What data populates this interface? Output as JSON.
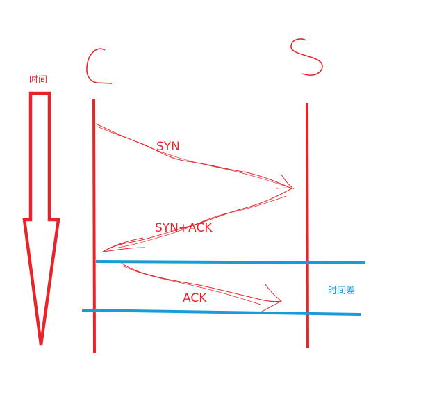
{
  "labels": {
    "time": "时间",
    "client": "C",
    "server": "S",
    "syn": "SYN",
    "synack": "SYN+ACK",
    "ack": "ACK",
    "time_diff": "时间差"
  },
  "colors": {
    "red": "#e8242b",
    "blue": "#1a9bd7"
  }
}
